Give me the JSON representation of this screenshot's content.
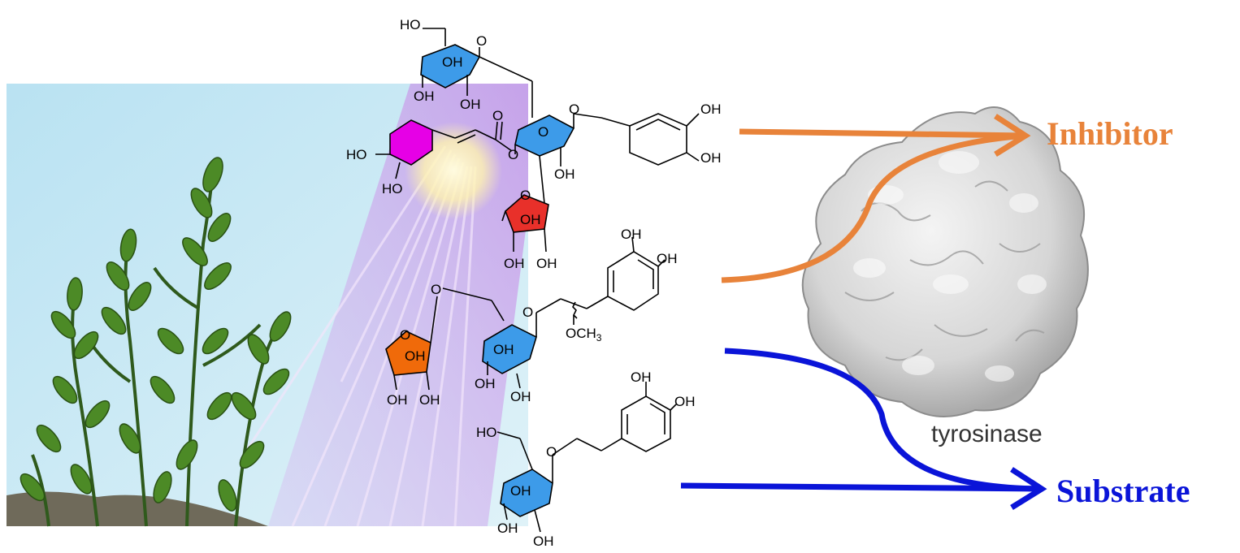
{
  "labels": {
    "inhibitor": "Inhibitor",
    "substrate": "Substrate",
    "enzyme": "tyrosinase"
  },
  "chem": {
    "HO": "HO",
    "OH": "OH",
    "O": "O",
    "OCH3": "OCH",
    "OCH3_sub": "3"
  },
  "colors": {
    "inhibitor": "#e8833a",
    "substrate": "#0a14d8",
    "glucose": "#3d9be9",
    "caffeoyl": "#e600e6",
    "rhamnose": "#e8302a",
    "apiose": "#f06a0a",
    "sky": "#d6eef7",
    "beam": "#c79ae8",
    "protein": "#d8d8d8"
  },
  "icons": {
    "plant": "plant-illustration",
    "protein": "tyrosinase-surface-icon"
  }
}
